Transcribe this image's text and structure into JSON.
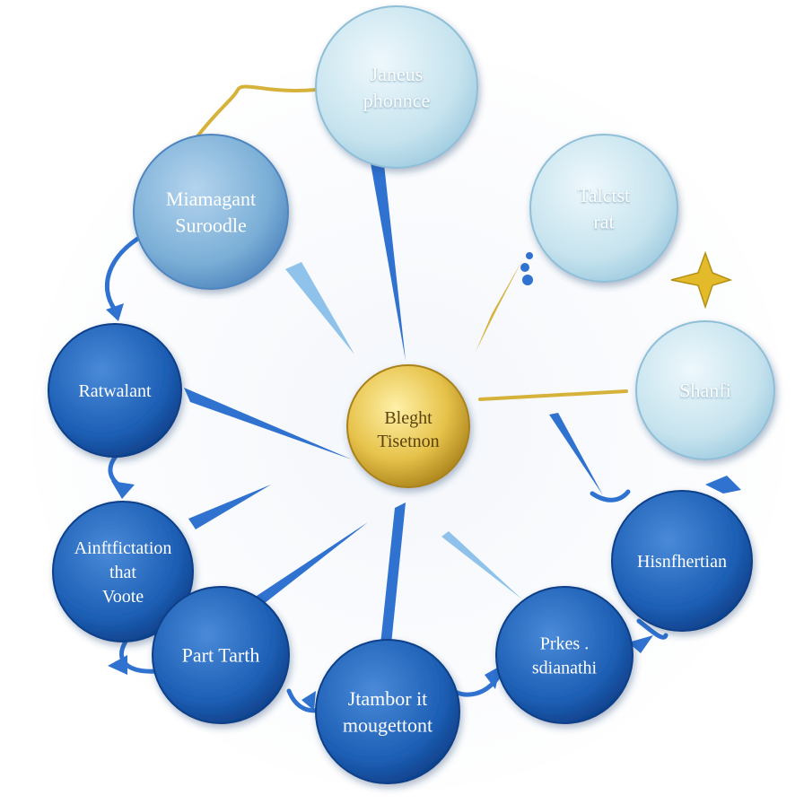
{
  "center": {
    "lines": [
      "Bleght",
      "Tisetnon"
    ]
  },
  "nodes": [
    {
      "id": "janeus",
      "lines": [
        "Janeus",
        "phonnce"
      ],
      "tone": "light"
    },
    {
      "id": "talctst",
      "lines": [
        "Talctst",
        "rat"
      ],
      "tone": "light"
    },
    {
      "id": "shanfi",
      "lines": [
        "Shanfi"
      ],
      "tone": "light"
    },
    {
      "id": "miamagant",
      "lines": [
        "Miamagant",
        "Suroodle"
      ],
      "tone": "mid"
    },
    {
      "id": "ratwalant",
      "lines": [
        "Ratwalant"
      ],
      "tone": "dark"
    },
    {
      "id": "aintfictation",
      "lines": [
        "Ainftfictation",
        "that",
        "Voote"
      ],
      "tone": "dark"
    },
    {
      "id": "part-tarth",
      "lines": [
        "Part Tarth"
      ],
      "tone": "dark"
    },
    {
      "id": "jtambor",
      "lines": [
        "Jtambor it",
        "mougettont"
      ],
      "tone": "dark"
    },
    {
      "id": "prkes",
      "lines": [
        "Prkes .",
        "sdianathi"
      ],
      "tone": "dark"
    },
    {
      "id": "hisnfhertian",
      "lines": [
        "Hisnfhertian"
      ],
      "tone": "dark"
    }
  ],
  "colors": {
    "light": "#c6e3ee",
    "mid": "#7aaed6",
    "dark": "#1d5fb5",
    "gold": "#d6b23a",
    "arrow": "#2f72d0",
    "background": "#ffffff"
  },
  "icons": [
    "star-icon",
    "arrow-icon"
  ]
}
